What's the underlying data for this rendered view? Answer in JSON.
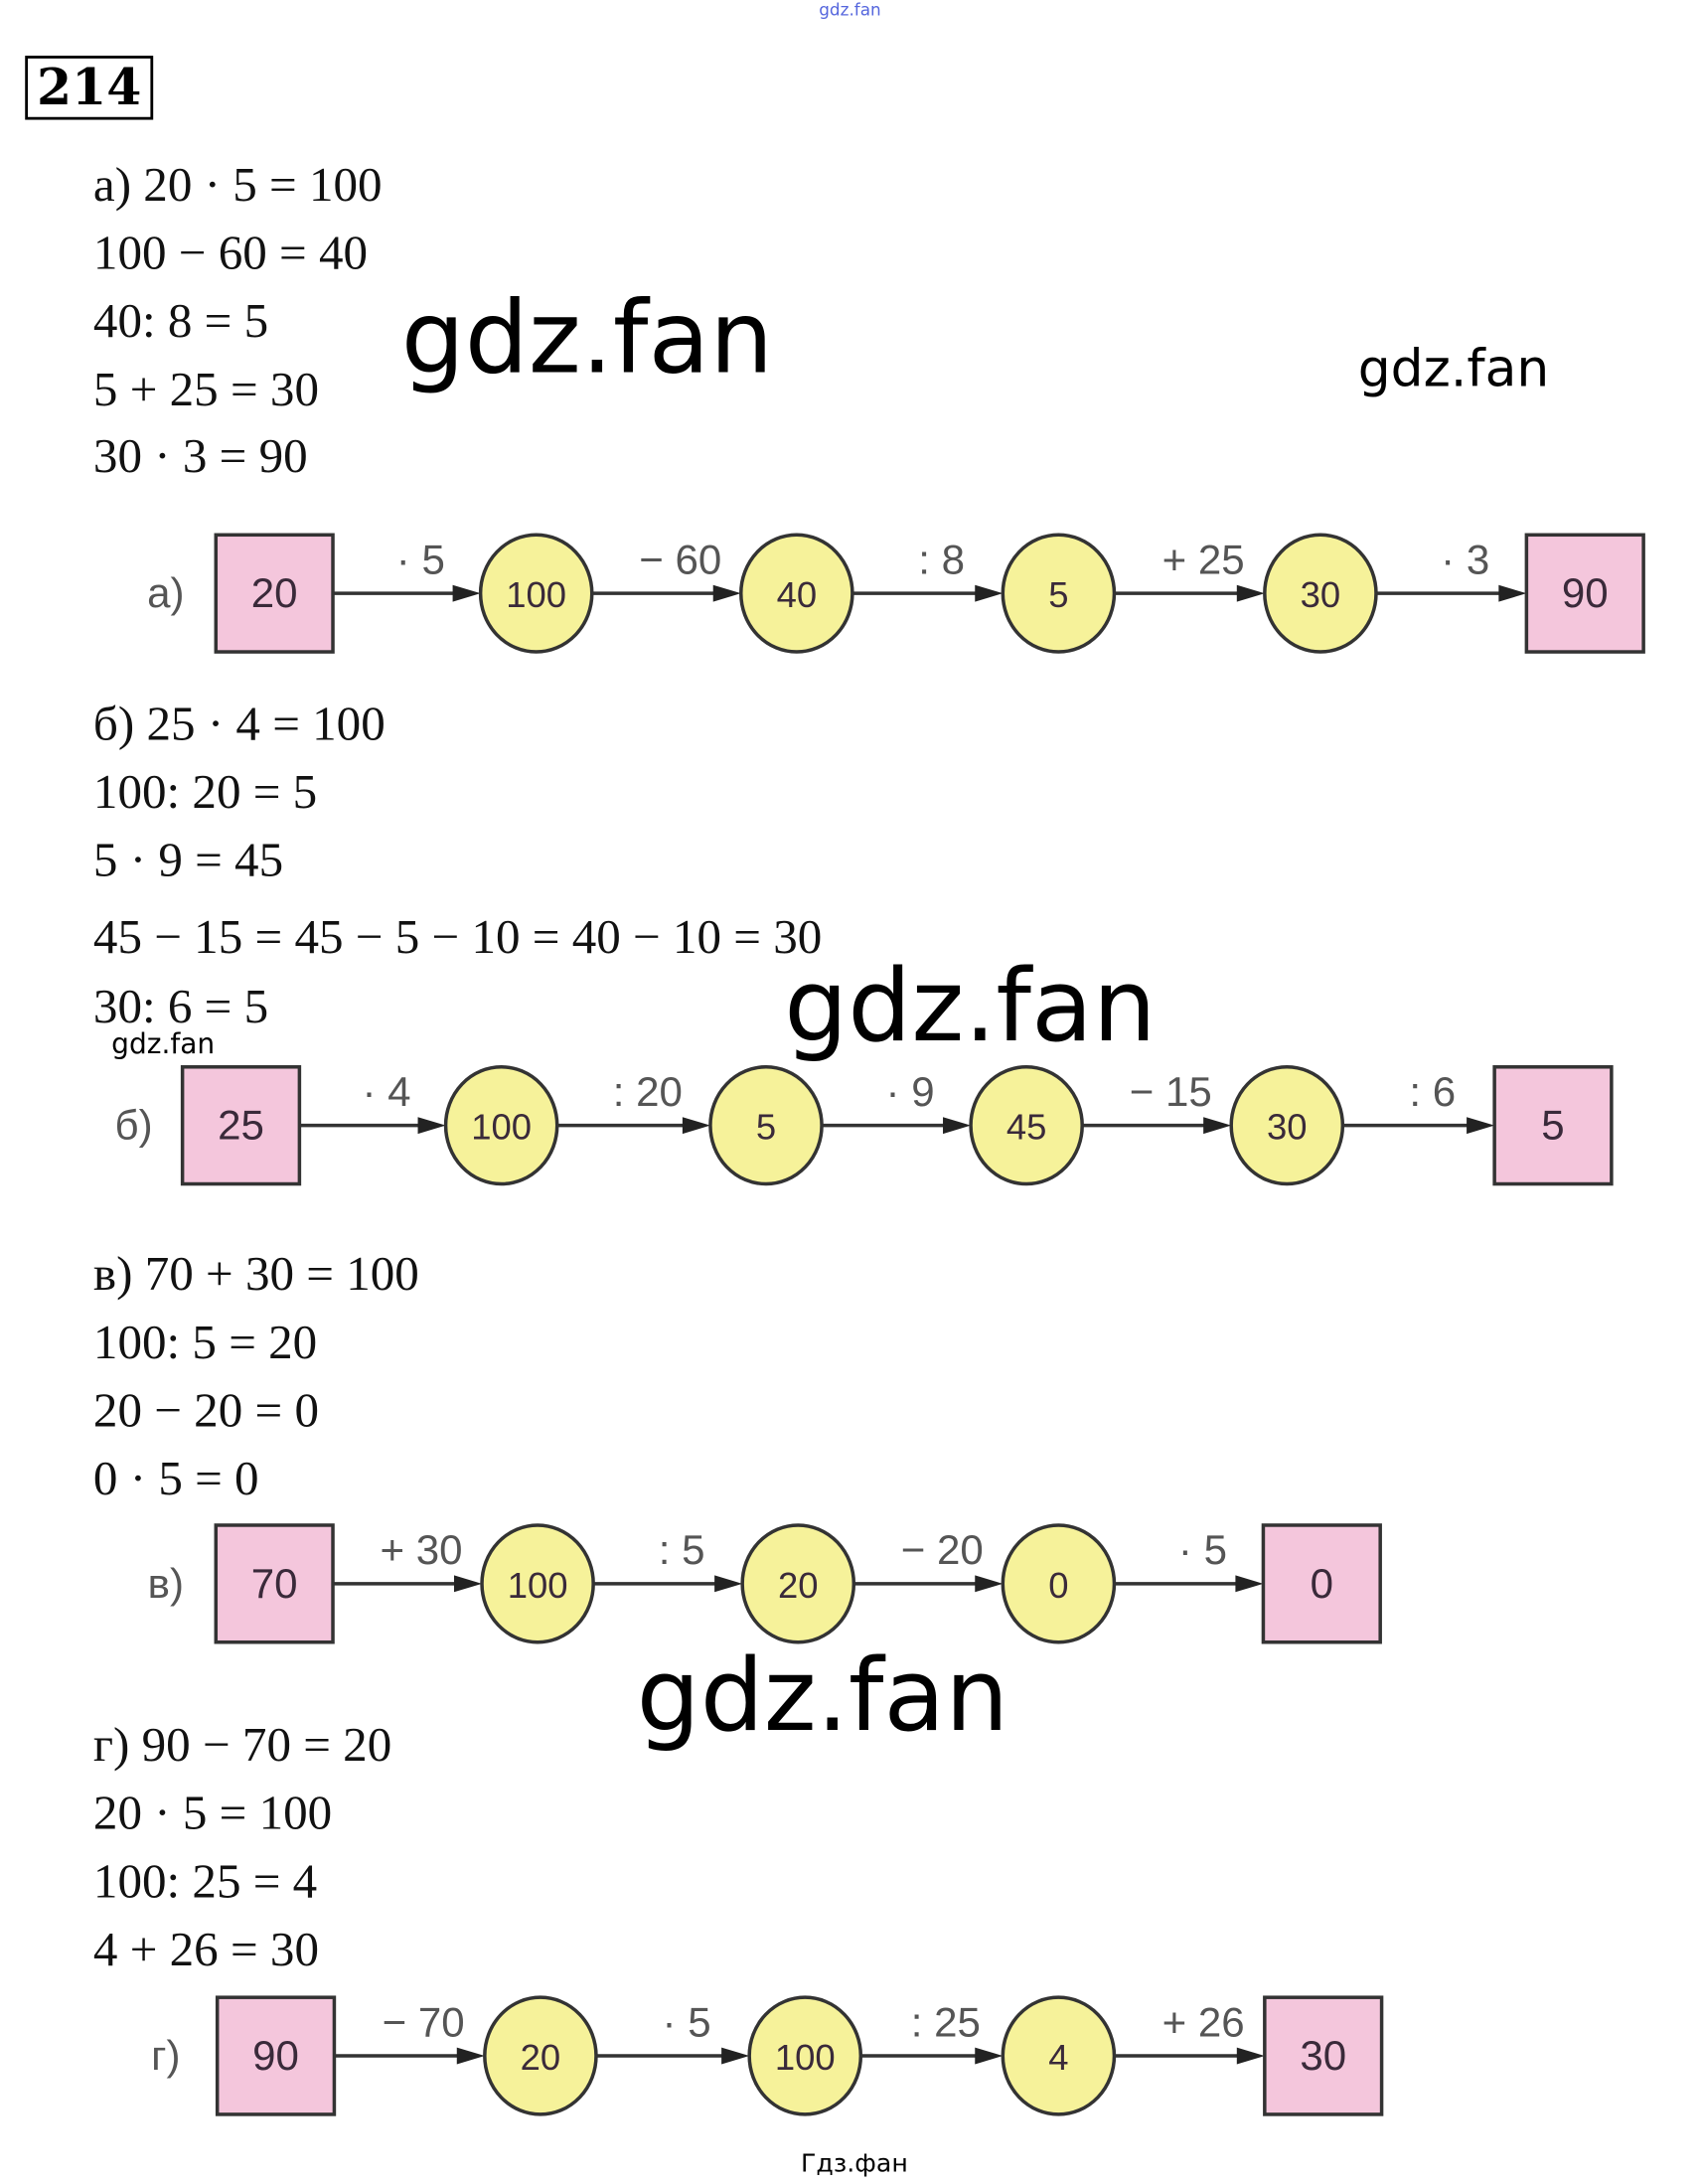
{
  "header": {
    "watermark_top": "gdz.fan",
    "problem_number": "214"
  },
  "watermarks": {
    "w1": "gdz.fan",
    "w2": "gdz.fan",
    "w3": "gdz.fan",
    "w4": "gdz.fan",
    "w5": "gdz.fan"
  },
  "footer": "Гдз.фан",
  "parts": [
    {
      "lines": [
        "а) 20 · 5 = 100",
        "100 − 60 = 40",
        "40: 8 = 5",
        "5 + 25 = 30",
        "30 · 3 = 90"
      ],
      "diagram": {
        "label": "а)",
        "nodes": [
          "20",
          "100",
          "40",
          "5",
          "30",
          "90"
        ],
        "ops": [
          "· 5",
          "− 60",
          ": 8",
          "+ 25",
          "· 3"
        ]
      }
    },
    {
      "lines": [
        "б) 25 · 4 = 100",
        "100: 20 = 5",
        "5 · 9 = 45",
        "45 − 15 = 45 − 5 − 10 = 40 − 10 = 30",
        "30: 6 = 5"
      ],
      "diagram": {
        "label": "б)",
        "nodes": [
          "25",
          "100",
          "5",
          "45",
          "30",
          "5"
        ],
        "ops": [
          "· 4",
          ": 20",
          "· 9",
          "− 15",
          ": 6"
        ]
      }
    },
    {
      "lines": [
        "в) 70 + 30 = 100",
        "100: 5 = 20",
        "20 − 20 = 0",
        "0 · 5 = 0"
      ],
      "diagram": {
        "label": "в)",
        "nodes": [
          "70",
          "100",
          "20",
          "0",
          "0"
        ],
        "ops": [
          "+ 30",
          ": 5",
          "− 20",
          "· 5"
        ]
      }
    },
    {
      "lines": [
        "г) 90 − 70 = 20",
        "20 · 5 = 100",
        "100: 25 = 4",
        "4 + 26 = 30"
      ],
      "diagram": {
        "label": "г)",
        "nodes": [
          "90",
          "20",
          "100",
          "4",
          "30"
        ],
        "ops": [
          "− 70",
          "· 5",
          ": 25",
          "+ 26"
        ]
      }
    }
  ],
  "colors": {
    "box": "#f4c6dc",
    "circle": "#f6f29a",
    "stroke": "#333333"
  }
}
